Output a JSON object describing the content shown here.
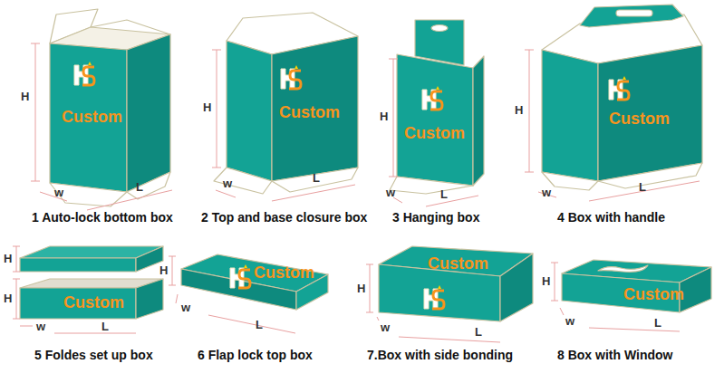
{
  "diagram": {
    "labels": [
      "Custom",
      "H",
      "w",
      "L",
      "1 Auto-lock bottom box",
      "Custom",
      "H",
      "w",
      "L",
      "2 Top and base closure box",
      "Custom",
      "H",
      "w",
      "L",
      "3 Hanging box",
      "Custom",
      "H",
      "w",
      "L",
      "4 Box with handle",
      "H",
      "H",
      "Custom",
      "w",
      "L",
      "5 Foldes set up box",
      "H",
      "Custom",
      "w",
      "L",
      "6 Flap lock top box",
      "H",
      "Custom",
      "w",
      "L",
      "7.Box with side bonding",
      "H",
      "Custom",
      "w",
      "L",
      "8 Box with Window"
    ]
  }
}
